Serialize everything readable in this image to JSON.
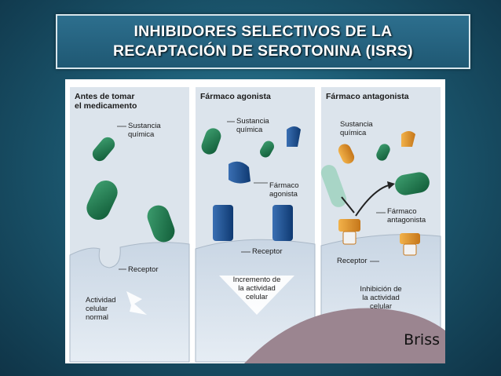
{
  "title": {
    "line1": "INHIBIDORES SELECTIVOS DE LA",
    "line2": "RECAPTACIÓN DE SEROTONINA (ISRS)"
  },
  "panels": [
    {
      "title_line1": "Antes de tomar",
      "title_line2": "el medicamento",
      "substance_line1": "Sustancia",
      "substance_line2": "química",
      "receptor": "Receptor",
      "activity_line1": "Actividad",
      "activity_line2": "celular",
      "activity_line3": "normal"
    },
    {
      "title_line1": "Fármaco agonista",
      "substance_line1": "Sustancia",
      "substance_line2": "química",
      "drug_line1": "Fármaco",
      "drug_line2": "agonista",
      "receptor": "Receptor",
      "activity_line1": "Incremento de",
      "activity_line2": "la actividad",
      "activity_line3": "celular"
    },
    {
      "title_line1": "Fármaco antagonista",
      "substance_line1": "Sustancia",
      "substance_line2": "química",
      "drug_line1": "Fármaco",
      "drug_line2": "antagonista",
      "receptor": "Receptor",
      "activity_line1": "Inhibición de",
      "activity_line2": "la actividad",
      "activity_line3": "celular"
    }
  ],
  "watermark": "Briss",
  "colors": {
    "background": "#1c5a72",
    "title_box": "#2d6f8e",
    "cell": "#dde6ef",
    "nucleus": "#9b8590",
    "molecule": "#1f7a4f",
    "agonist": "#1c4f8f",
    "antagonist": "#e0962c"
  }
}
